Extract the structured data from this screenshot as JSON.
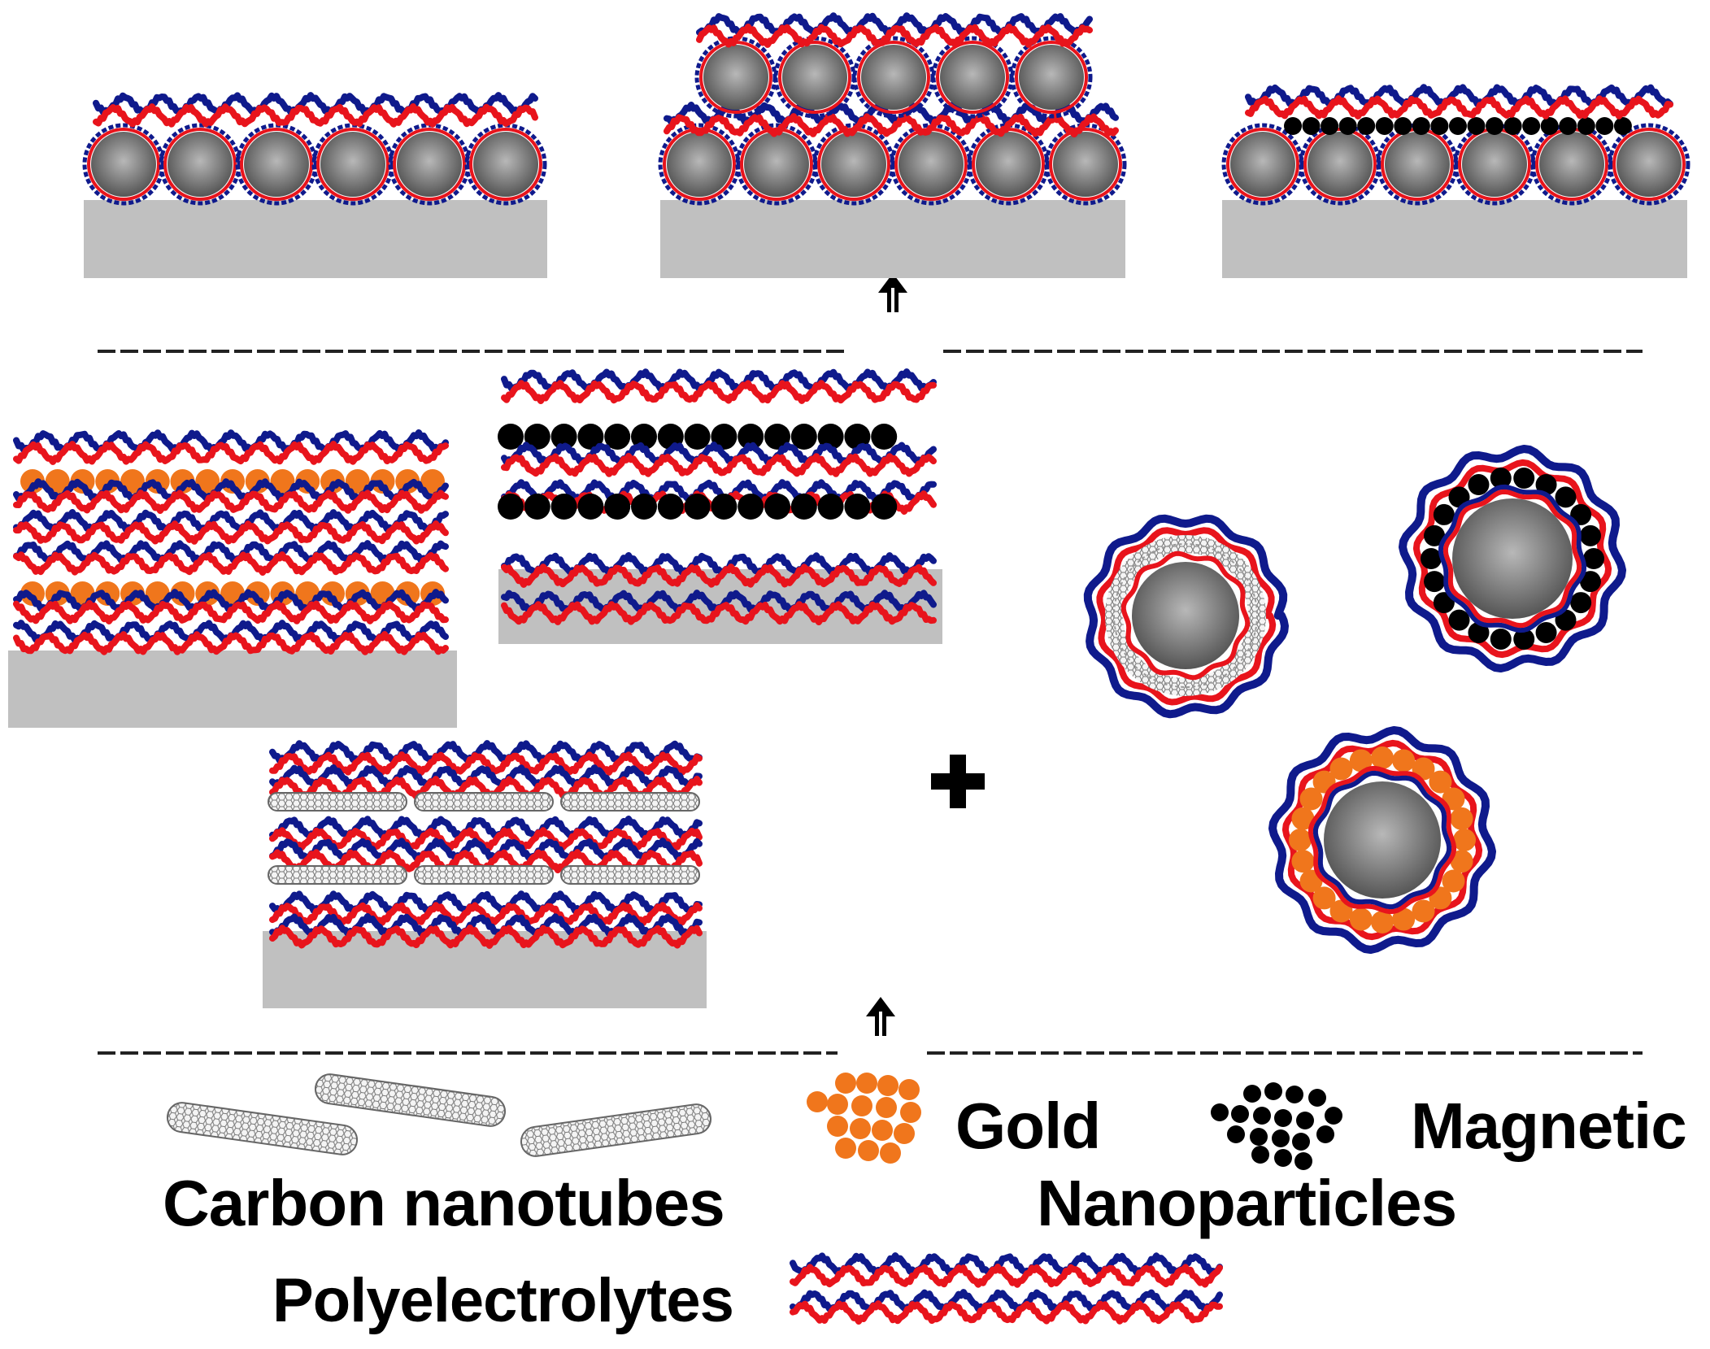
{
  "legend": {
    "carbon_nanotubes": "Carbon nanotubes",
    "gold": "Gold",
    "magnetic": "Magnetic",
    "nanoparticles": "Nanoparticles",
    "polyelectrolytes": "Polyelectrolytes"
  },
  "symbols": {
    "plus": "+",
    "arrow": "up-double-arrow-icon"
  },
  "colors": {
    "polycation": "#e8141c",
    "polyanion": "#0f1a8c",
    "gold_np": "#f0761c",
    "magnetic_np": "#000000",
    "substrate": "#c0c0c0",
    "core_center": "#b4b4b4",
    "core_edge": "#5a5a5a",
    "nanotube": "#8c8c8c"
  }
}
